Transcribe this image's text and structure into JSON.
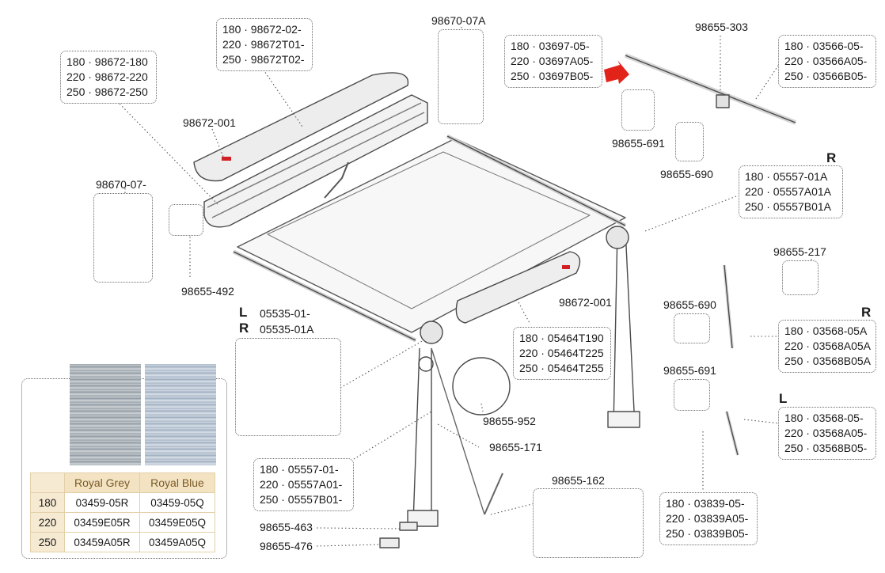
{
  "parts": {
    "lead_front_top": [
      "180 · 98672-180",
      "220 · 98672-220",
      "250 · 98672-250"
    ],
    "lead_top_cover": [
      "180 · 98672-02-",
      "220 · 98672T01-",
      "250 · 98672T02-"
    ],
    "cap_98672_001_top": "98672-001",
    "endcap_right": "98670-07A",
    "endcap_left": "98670-07-",
    "bracket_492": "98655-492",
    "top_arm_r": [
      "180 · 03697-05-",
      "220 · 03697A05-",
      "250 · 03697B05-"
    ],
    "top_arm_303": "98655-303",
    "top_arm_l": [
      "180 · 03566-05-",
      "220 · 03566A05-",
      "250 · 03566B05-"
    ],
    "part_691_top": "98655-691",
    "part_690_top": "98655-690",
    "leg_r_top": [
      "180 · 05557-01A",
      "220 · 05557A01A",
      "250 · 05557B01A"
    ],
    "side_r1": "R",
    "part_217": "98655-217",
    "side_r2": "R",
    "part_690_mid": "98655-690",
    "leg_r_mid": [
      "180 · 03568-05A",
      "220 · 03568A05A",
      "250 · 03568B05A"
    ],
    "part_691_mid": "98655-691",
    "side_l2": "L",
    "leg_l_mid": [
      "180 · 03568-05-",
      "220 · 03568A05-",
      "250 · 03568B05-"
    ],
    "bottom_leg": [
      "180 · 03839-05-",
      "220 · 03839A05-",
      "250 · 03839B05-"
    ],
    "cap_98672_001_mid": "98672-001",
    "roller_tube": [
      "180 · 05464T190",
      "220 · 05464T225",
      "250 · 05464T255"
    ],
    "crank_l": "L",
    "crank_l_code": "05535-01-",
    "crank_r": "R",
    "crank_r_code": "05535-01A",
    "part_952": "98655-952",
    "part_171": "98655-171",
    "leg_l_bottom": [
      "180 · 05557-01-",
      "220 · 05557A01-",
      "250 · 05557B01-"
    ],
    "part_162": "98655-162",
    "part_463": "98655-463",
    "part_476": "98655-476"
  },
  "fabric_table": {
    "columns": [
      "Royal Grey",
      "Royal Blue"
    ],
    "rows": [
      {
        "size": "180",
        "grey": "03459-05R",
        "blue": "03459-05Q"
      },
      {
        "size": "220",
        "grey": "03459E05R",
        "blue": "03459E05Q"
      },
      {
        "size": "250",
        "grey": "03459A05R",
        "blue": "03459A05Q"
      }
    ]
  },
  "colors": {
    "accent_arrow": "#e2231a",
    "leader": "#555555",
    "table_head": "#f3e3c3"
  }
}
